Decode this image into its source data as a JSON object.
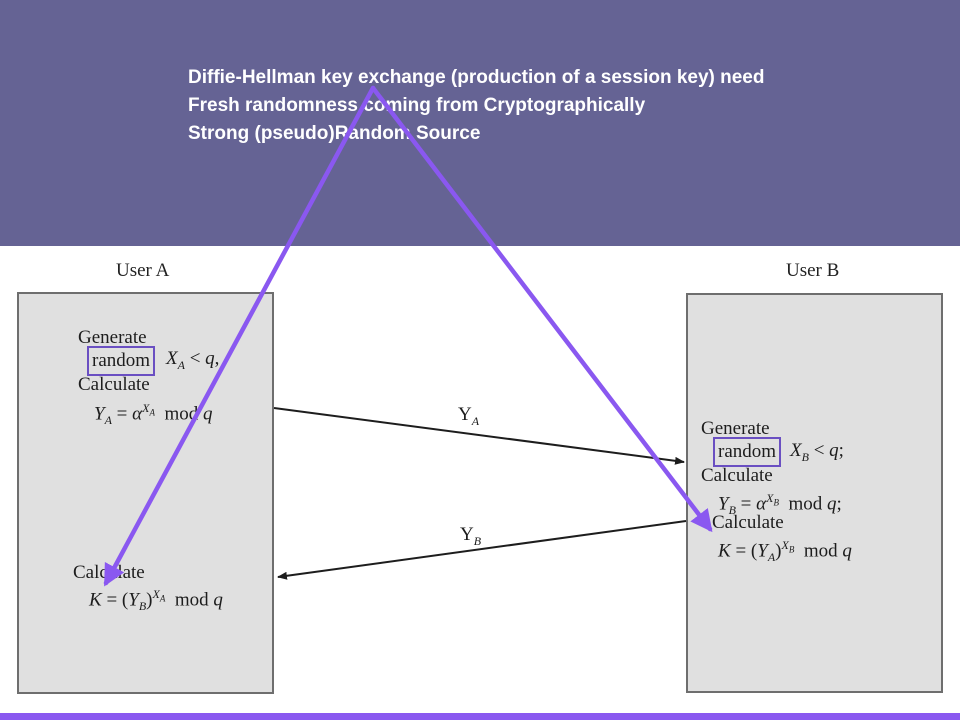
{
  "caption": {
    "line1": "Diffie-Hellman key exchange (production of a session key) need",
    "line2": "Fresh randomness coming from Cryptographically",
    "line3": "Strong  (pseudo)Random Source"
  },
  "user_a": {
    "title": "User A",
    "generate": "Generate",
    "random": "random",
    "xa_expr": "X_A < q,",
    "calculate_1": "Calculate",
    "ya_expr": "Y_A = α^X_A mod q",
    "calculate_2": "Calculate",
    "k_expr": "K = (Y_B)^X_A mod q"
  },
  "user_b": {
    "title": "User B",
    "generate": "Generate",
    "random": "random",
    "xb_expr": "X_B < q;",
    "calculate_1": "Calculate",
    "yb_expr": "Y_B = α^X_B mod q;",
    "calculate_2": "Calculate",
    "k_expr": "K = (Y_A)^X_B mod q"
  },
  "messages": {
    "ya": "Y",
    "ya_sub": "A",
    "yb": "Y",
    "yb_sub": "B"
  },
  "colors": {
    "header_band": "#656394",
    "accent_arrow": "#8a58f0",
    "panel": "#e0e0e0"
  }
}
